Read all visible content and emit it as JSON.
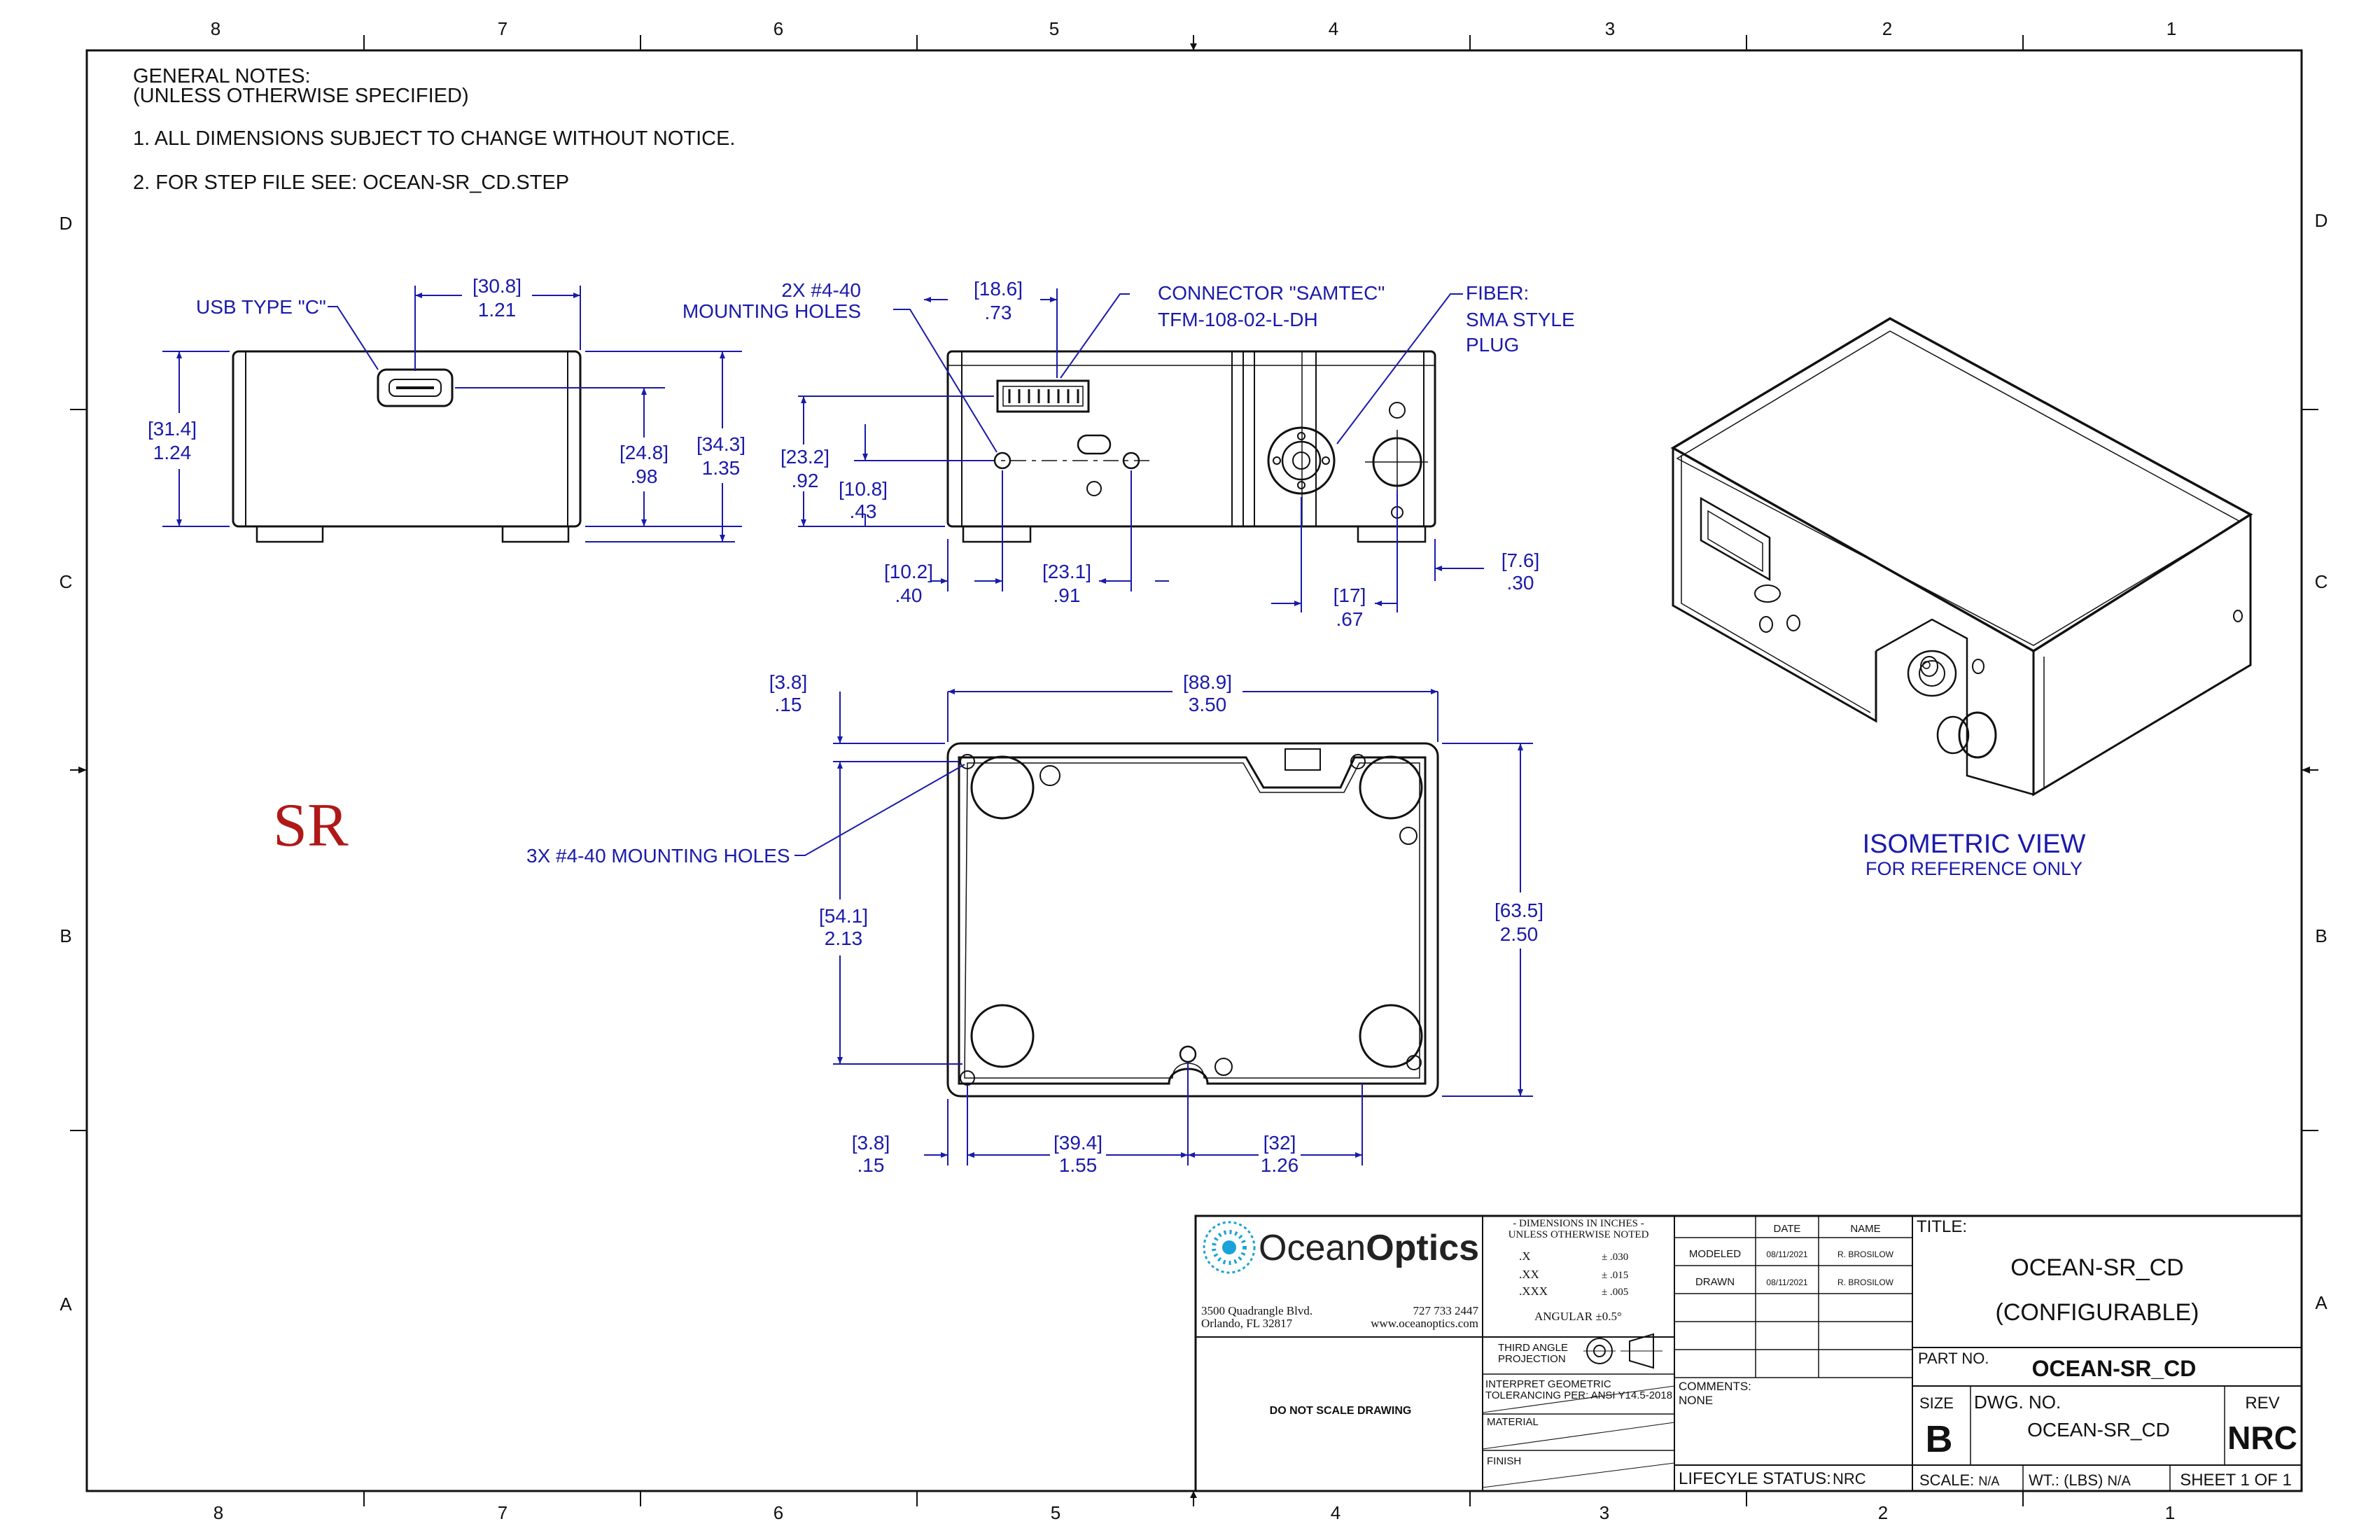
{
  "zones": {
    "top": [
      "8",
      "7",
      "6",
      "5",
      "4",
      "3",
      "2",
      "1"
    ],
    "bottom": [
      "8",
      "7",
      "6",
      "5",
      "4",
      "3",
      "2",
      "1"
    ],
    "left": [
      "D",
      "C",
      "B",
      "A"
    ],
    "right": [
      "D",
      "C",
      "B",
      "A"
    ]
  },
  "notes": {
    "heading": "GENERAL NOTES:",
    "subheading": "(UNLESS OTHERWISE SPECIFIED)",
    "items": [
      "1.  ALL DIMENSIONS SUBJECT TO CHANGE WITHOUT NOTICE.",
      "2.  FOR STEP FILE SEE: OCEAN-SR_CD.STEP"
    ]
  },
  "stamp": {
    "text": "SR",
    "color": "#b01818"
  },
  "colors": {
    "dimension": "#1a1aaa",
    "line": "#111111",
    "stamp": "#b01818"
  },
  "callouts": {
    "usb": "USB TYPE \"C\"",
    "mount2_l1": "2X #4-40",
    "mount2_l2": "MOUNTING HOLES",
    "conn_l1": "CONNECTOR \"SAMTEC\"",
    "conn_l2": "TFM-108-02-L-DH",
    "fiber_l1": "FIBER:",
    "fiber_l2": "SMA STYLE",
    "fiber_l3": "PLUG",
    "mount3": "3X #4-40 MOUNTING HOLES"
  },
  "dimensions": {
    "side_width": {
      "mm": "[30.8]",
      "in": "1.21"
    },
    "side_height": {
      "mm": "[31.4]",
      "in": "1.24"
    },
    "side_usb": {
      "mm": "[24.8]",
      "in": ".98"
    },
    "side_total": {
      "mm": "[34.3]",
      "in": "1.35"
    },
    "conn_offset": {
      "mm": "[18.6]",
      "in": ".73"
    },
    "front_conn_h": {
      "mm": "[23.2]",
      "in": ".92"
    },
    "front_hole_h": {
      "mm": "[10.8]",
      "in": ".43"
    },
    "front_hole_x": {
      "mm": "[10.2]",
      "in": ".40"
    },
    "front_hole_span": {
      "mm": "[23.1]",
      "in": ".91"
    },
    "fiber_x": {
      "mm": "[17]",
      "in": ".67"
    },
    "fiber_edge": {
      "mm": "[7.6]",
      "in": ".30"
    },
    "bottom_top_off": {
      "mm": "[3.8]",
      "in": ".15"
    },
    "bottom_width": {
      "mm": "[88.9]",
      "in": "3.50"
    },
    "bottom_hole_h": {
      "mm": "[54.1]",
      "in": "2.13"
    },
    "bottom_height": {
      "mm": "[63.5]",
      "in": "2.50"
    },
    "bottom_left_off": {
      "mm": "[3.8]",
      "in": ".15"
    },
    "bottom_span1": {
      "mm": "[39.4]",
      "in": "1.55"
    },
    "bottom_span2": {
      "mm": "[32]",
      "in": "1.26"
    }
  },
  "iso": {
    "title": "ISOMETRIC VIEW",
    "subtitle": "FOR REFERENCE ONLY"
  },
  "title_block": {
    "logo_light": "Ocean",
    "logo_bold": "Optics",
    "addr1": "3500 Quadrangle Blvd.",
    "addr2": "Orlando, FL 32817",
    "phone": "727 733 2447",
    "web": "www.oceanoptics.com",
    "no_scale": "DO NOT SCALE DRAWING",
    "tol_h1": "- DIMENSIONS IN INCHES -",
    "tol_h2": "UNLESS OTHERWISE NOTED",
    "tol_x": ".X",
    "tol_x_v": "± .030",
    "tol_xx": ".XX",
    "tol_xx_v": "± .015",
    "tol_xxx": ".XXX",
    "tol_xxx_v": "± .005",
    "angular": "ANGULAR ±0.5°",
    "proj_l1": "THIRD ANGLE",
    "proj_l2": "PROJECTION",
    "interp_l1": "INTERPRET GEOMETRIC",
    "interp_l2": "TOLERANCING PER: ANSI Y14.5-2018",
    "material": "MATERIAL",
    "finish": "FINISH",
    "col_date": "DATE",
    "col_name": "NAME",
    "row1_label": "MODELED",
    "row1_date": "08/11/2021",
    "row1_name": "R. BROSILOW",
    "row2_label": "DRAWN",
    "row2_date": "08/11/2021",
    "row2_name": "R. BROSILOW",
    "comments_label": "COMMENTS:",
    "comments_value": "NONE",
    "lifecycle_label": "LIFECYLE STATUS:",
    "lifecycle_value": "NRC",
    "title_label": "TITLE:",
    "title_l1": "OCEAN-SR_CD",
    "title_l2": "(CONFIGURABLE)",
    "part_label": "PART NO.",
    "part_value": "OCEAN-SR_CD",
    "size_label": "SIZE",
    "size_value": "B",
    "dwg_label": "DWG.  NO.",
    "dwg_value": "OCEAN-SR_CD",
    "rev_label": "REV",
    "rev_value": "NRC",
    "scale_label": "SCALE:",
    "scale_value": "N/A",
    "wt_label": "WT.: (LBS)",
    "wt_value": "N/A",
    "sheet": "SHEET 1 OF 1"
  }
}
